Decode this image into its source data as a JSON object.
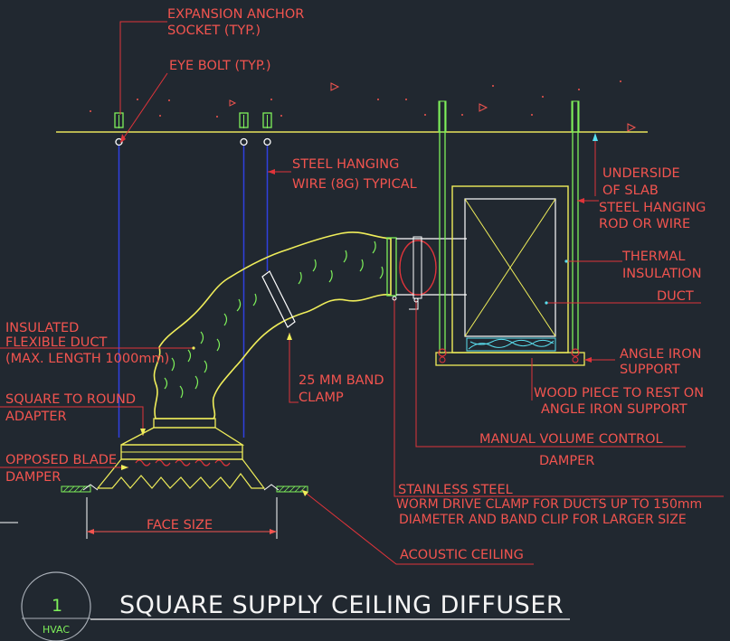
{
  "title": "SQUARE SUPPLY CEILING DIFFUSER",
  "detail": {
    "number": "1",
    "discipline": "HVAC"
  },
  "labels": {
    "expansion_anchor": [
      "EXPANSION ANCHOR",
      "SOCKET (TYP.)"
    ],
    "eye_bolt": "EYE BOLT (TYP.)",
    "steel_wire": [
      "STEEL HANGING",
      "WIRE (8G) TYPICAL"
    ],
    "underside_slab": [
      "UNDERSIDE",
      "OF SLAB"
    ],
    "steel_rod": [
      "STEEL HANGING",
      "ROD OR WIRE"
    ],
    "thermal_insulation": [
      "THERMAL",
      "INSULATION"
    ],
    "duct": "DUCT",
    "insulated_flex": [
      "INSULATED",
      "FLEXIBLE DUCT",
      "(MAX. LENGTH 1000mm)"
    ],
    "band_clamp": [
      "25 MM BAND",
      "CLAMP"
    ],
    "angle_iron": [
      "ANGLE IRON",
      "SUPPORT"
    ],
    "wood_piece": [
      "WOOD PIECE TO REST ON",
      "ANGLE IRON SUPPORT"
    ],
    "square_round": [
      "SQUARE TO ROUND",
      "ADAPTER"
    ],
    "manual_damper": [
      "MANUAL VOLUME CONTROL",
      "DAMPER"
    ],
    "opposed_blade": [
      "OPPOSED BLADE",
      "DAMPER"
    ],
    "stainless": [
      "STAINLESS STEEL",
      "WORM DRIVE CLAMP FOR DUCTS UP TO 150mm",
      "DIAMETER AND BAND CLIP FOR LARGER SIZE"
    ],
    "face_size": "FACE SIZE",
    "acoustic_ceiling": "ACOUSTIC CEILING"
  },
  "colors": {
    "background": "#212830",
    "label": "#f2544f",
    "leader": "#e0343a",
    "slab": "#e8e35a",
    "wire": "#3040e0",
    "green": "#7ef05a",
    "yellow": "#f0ee5a",
    "cyan": "#5ae0f0",
    "title": "#f5f5f5"
  }
}
